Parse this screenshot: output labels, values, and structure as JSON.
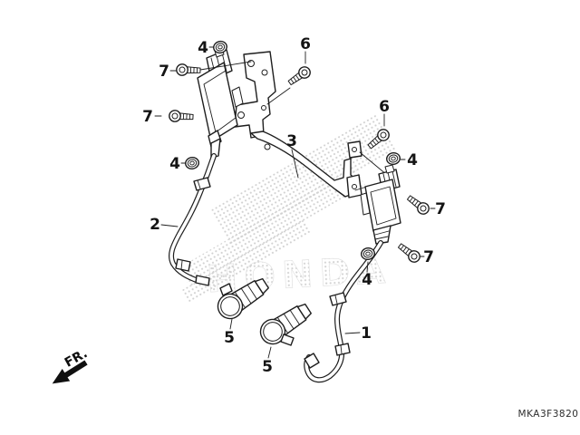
{
  "figure": {
    "code": "MKA3F3820",
    "direction_label": "FR.",
    "watermark_text": "HONDA",
    "line_color": "#1e1e1e",
    "watermark_color": "#cccccc",
    "background_color": "#ffffff",
    "callouts": [
      {
        "id": "callout-4-top",
        "label": "4"
      },
      {
        "id": "callout-7-top-left",
        "label": "7"
      },
      {
        "id": "callout-6-top",
        "label": "6"
      },
      {
        "id": "callout-7-left",
        "label": "7"
      },
      {
        "id": "callout-4-left",
        "label": "4"
      },
      {
        "id": "callout-2",
        "label": "2"
      },
      {
        "id": "callout-3",
        "label": "3"
      },
      {
        "id": "callout-6-right",
        "label": "6"
      },
      {
        "id": "callout-4-right",
        "label": "4"
      },
      {
        "id": "callout-7-right-upper",
        "label": "7"
      },
      {
        "id": "callout-7-right-lower",
        "label": "7"
      },
      {
        "id": "callout-4-bottom-right",
        "label": "4"
      },
      {
        "id": "callout-5-left",
        "label": "5"
      },
      {
        "id": "callout-5-right",
        "label": "5"
      },
      {
        "id": "callout-1",
        "label": "1"
      }
    ]
  }
}
